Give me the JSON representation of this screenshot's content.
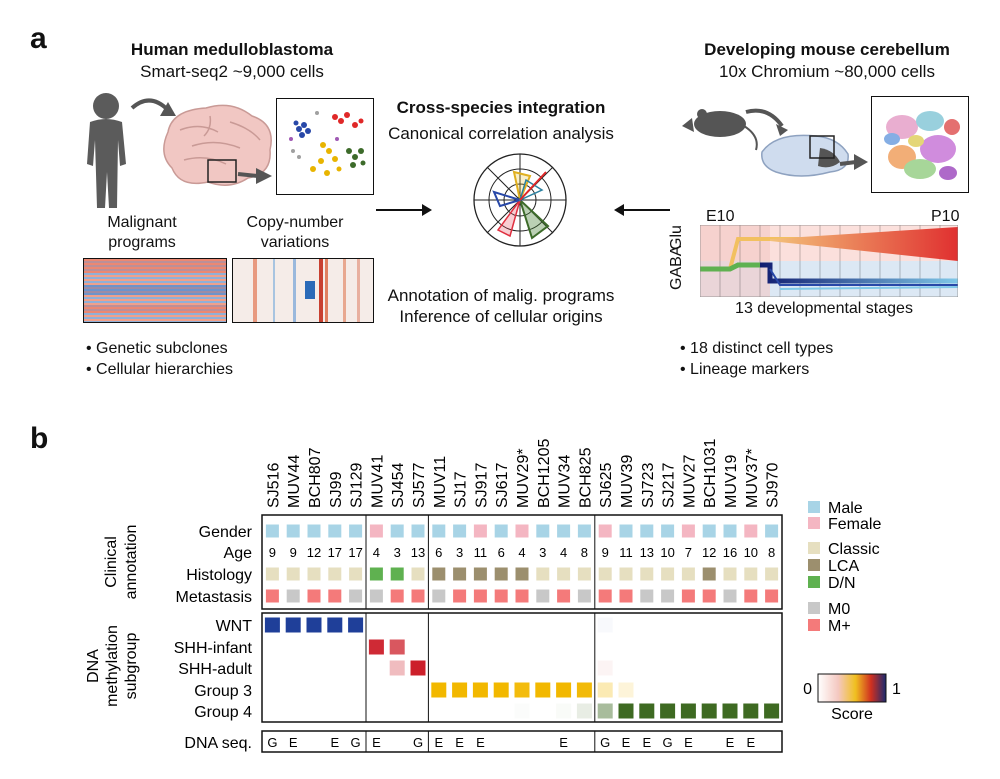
{
  "panel_a": {
    "letter": "a",
    "left": {
      "title": "Human medulloblastoma",
      "subtitle": "Smart-seq2 ~9,000 cells",
      "heatmap1_label_l1": "Malignant",
      "heatmap1_label_l2": "programs",
      "heatmap2_label_l1": "Copy-number",
      "heatmap2_label_l2": "variations",
      "bullets": [
        "Genetic subclones",
        "Cellular hierarchies"
      ]
    },
    "center": {
      "title": "Cross-species integration",
      "subtitle": "Canonical correlation analysis",
      "bottom_l1": "Annotation of malig. programs",
      "bottom_l2": "Inference of cellular origins"
    },
    "right": {
      "title": "Developing mouse cerebellum",
      "subtitle": "10x Chromium ~80,000 cells",
      "start_label": "E10",
      "end_label": "P10",
      "glu_label": "Glu",
      "gaba_label": "GABA",
      "stages_label": "13 developmental stages",
      "bullets": [
        "18 distinct cell types",
        "Lineage markers"
      ]
    }
  },
  "panel_b": {
    "letter": "b",
    "samples": [
      "SJ516",
      "MUV44",
      "BCH807",
      "SJ99",
      "SJ129",
      "MUV41",
      "SJ454",
      "SJ577",
      "MUV11",
      "SJ17",
      "SJ917",
      "SJ617",
      "MUV29*",
      "BCH1205",
      "MUV34",
      "BCH825",
      "SJ625",
      "MUV39",
      "SJ723",
      "SJ217",
      "MUV27",
      "BCH1031",
      "MUV19",
      "MUV37*",
      "SJ970"
    ],
    "section_clinical": [
      "Clinical",
      "annotation"
    ],
    "section_dna": [
      "DNA",
      "methylation",
      "subgroup"
    ],
    "clinical_rows": [
      "Gender",
      "Age",
      "Histology",
      "Metastasis"
    ],
    "subgroup_rows": [
      "WNT",
      "SHH-infant",
      "SHH-adult",
      "Group 3",
      "Group 4"
    ],
    "dna_seq_label": "DNA seq.",
    "gender": [
      "M",
      "M",
      "M",
      "M",
      "M",
      "F",
      "M",
      "M",
      "M",
      "M",
      "F",
      "M",
      "F",
      "M",
      "M",
      "M",
      "F",
      "M",
      "M",
      "M",
      "F",
      "M",
      "M",
      "F",
      "M"
    ],
    "age": [
      "9",
      "9",
      "12",
      "17",
      "17",
      "4",
      "3",
      "13",
      "6",
      "3",
      "11",
      "6",
      "4",
      "3",
      "4",
      "8",
      "9",
      "11",
      "13",
      "10",
      "7",
      "12",
      "16",
      "10",
      "8"
    ],
    "histology": [
      "C",
      "C",
      "C",
      "C",
      "C",
      "D",
      "D",
      "C",
      "L",
      "L",
      "L",
      "L",
      "L",
      "C",
      "C",
      "C",
      "C",
      "C",
      "C",
      "C",
      "C",
      "L",
      "C",
      "C",
      "C"
    ],
    "metastasis": [
      "M+",
      "M0",
      "M+",
      "M+",
      "M0",
      "M0",
      "M+",
      "M+",
      "M0",
      "M+",
      "M+",
      "M+",
      "M+",
      "M0",
      "M+",
      "M0",
      "M+",
      "M+",
      "M0",
      "M0",
      "M+",
      "M+",
      "M0",
      "M+",
      "M+"
    ],
    "subgroup_scores": [
      [
        1,
        1,
        1,
        1,
        1,
        0,
        0,
        0,
        0,
        0,
        0,
        0,
        0,
        0,
        0,
        0,
        0.03,
        0,
        0,
        0,
        0,
        0,
        0,
        0,
        0
      ],
      [
        0,
        0,
        0,
        0,
        0,
        0.95,
        0.75,
        0,
        0,
        0,
        0,
        0,
        0,
        0,
        0,
        0,
        0,
        0,
        0,
        0,
        0,
        0,
        0,
        0,
        0
      ],
      [
        0,
        0,
        0,
        0,
        0,
        0,
        0.3,
        1,
        0,
        0,
        0,
        0,
        0,
        0,
        0,
        0,
        0.05,
        0,
        0,
        0,
        0,
        0,
        0,
        0,
        0
      ],
      [
        0,
        0,
        0,
        0,
        0,
        0,
        0,
        0,
        1,
        1,
        1,
        1,
        0.95,
        1,
        1,
        0.97,
        0.3,
        0.15,
        0,
        0,
        0,
        0,
        0,
        0,
        0
      ],
      [
        0,
        0,
        0,
        0,
        0,
        0,
        0,
        0,
        0,
        0,
        0,
        0,
        0.02,
        0,
        0.03,
        0.12,
        0.45,
        1,
        1,
        1,
        1,
        1,
        1,
        1,
        1
      ]
    ],
    "dna_seq": [
      "G",
      "E",
      "",
      "E",
      "G",
      "E",
      "",
      "G",
      "E",
      "E",
      "E",
      "",
      "",
      "",
      "E",
      "",
      "G",
      "E",
      "E",
      "G",
      "E",
      "",
      "E",
      "E",
      ""
    ],
    "group_boundaries_after": [
      4,
      7,
      15
    ],
    "legend": {
      "gender": [
        {
          "label": "Male",
          "color": "#a8d4e6"
        },
        {
          "label": "Female",
          "color": "#f4b6c2"
        }
      ],
      "histology": [
        {
          "label": "Classic",
          "color": "#e6dfc0"
        },
        {
          "label": "LCA",
          "color": "#9c8f6e"
        },
        {
          "label": "D/N",
          "color": "#5fb150"
        }
      ],
      "metastasis": [
        {
          "label": "M0",
          "color": "#c8c8c8"
        },
        {
          "label": "M+",
          "color": "#f47a7a"
        }
      ],
      "score_min": "0",
      "score_max": "1",
      "score_label": "Score"
    }
  }
}
